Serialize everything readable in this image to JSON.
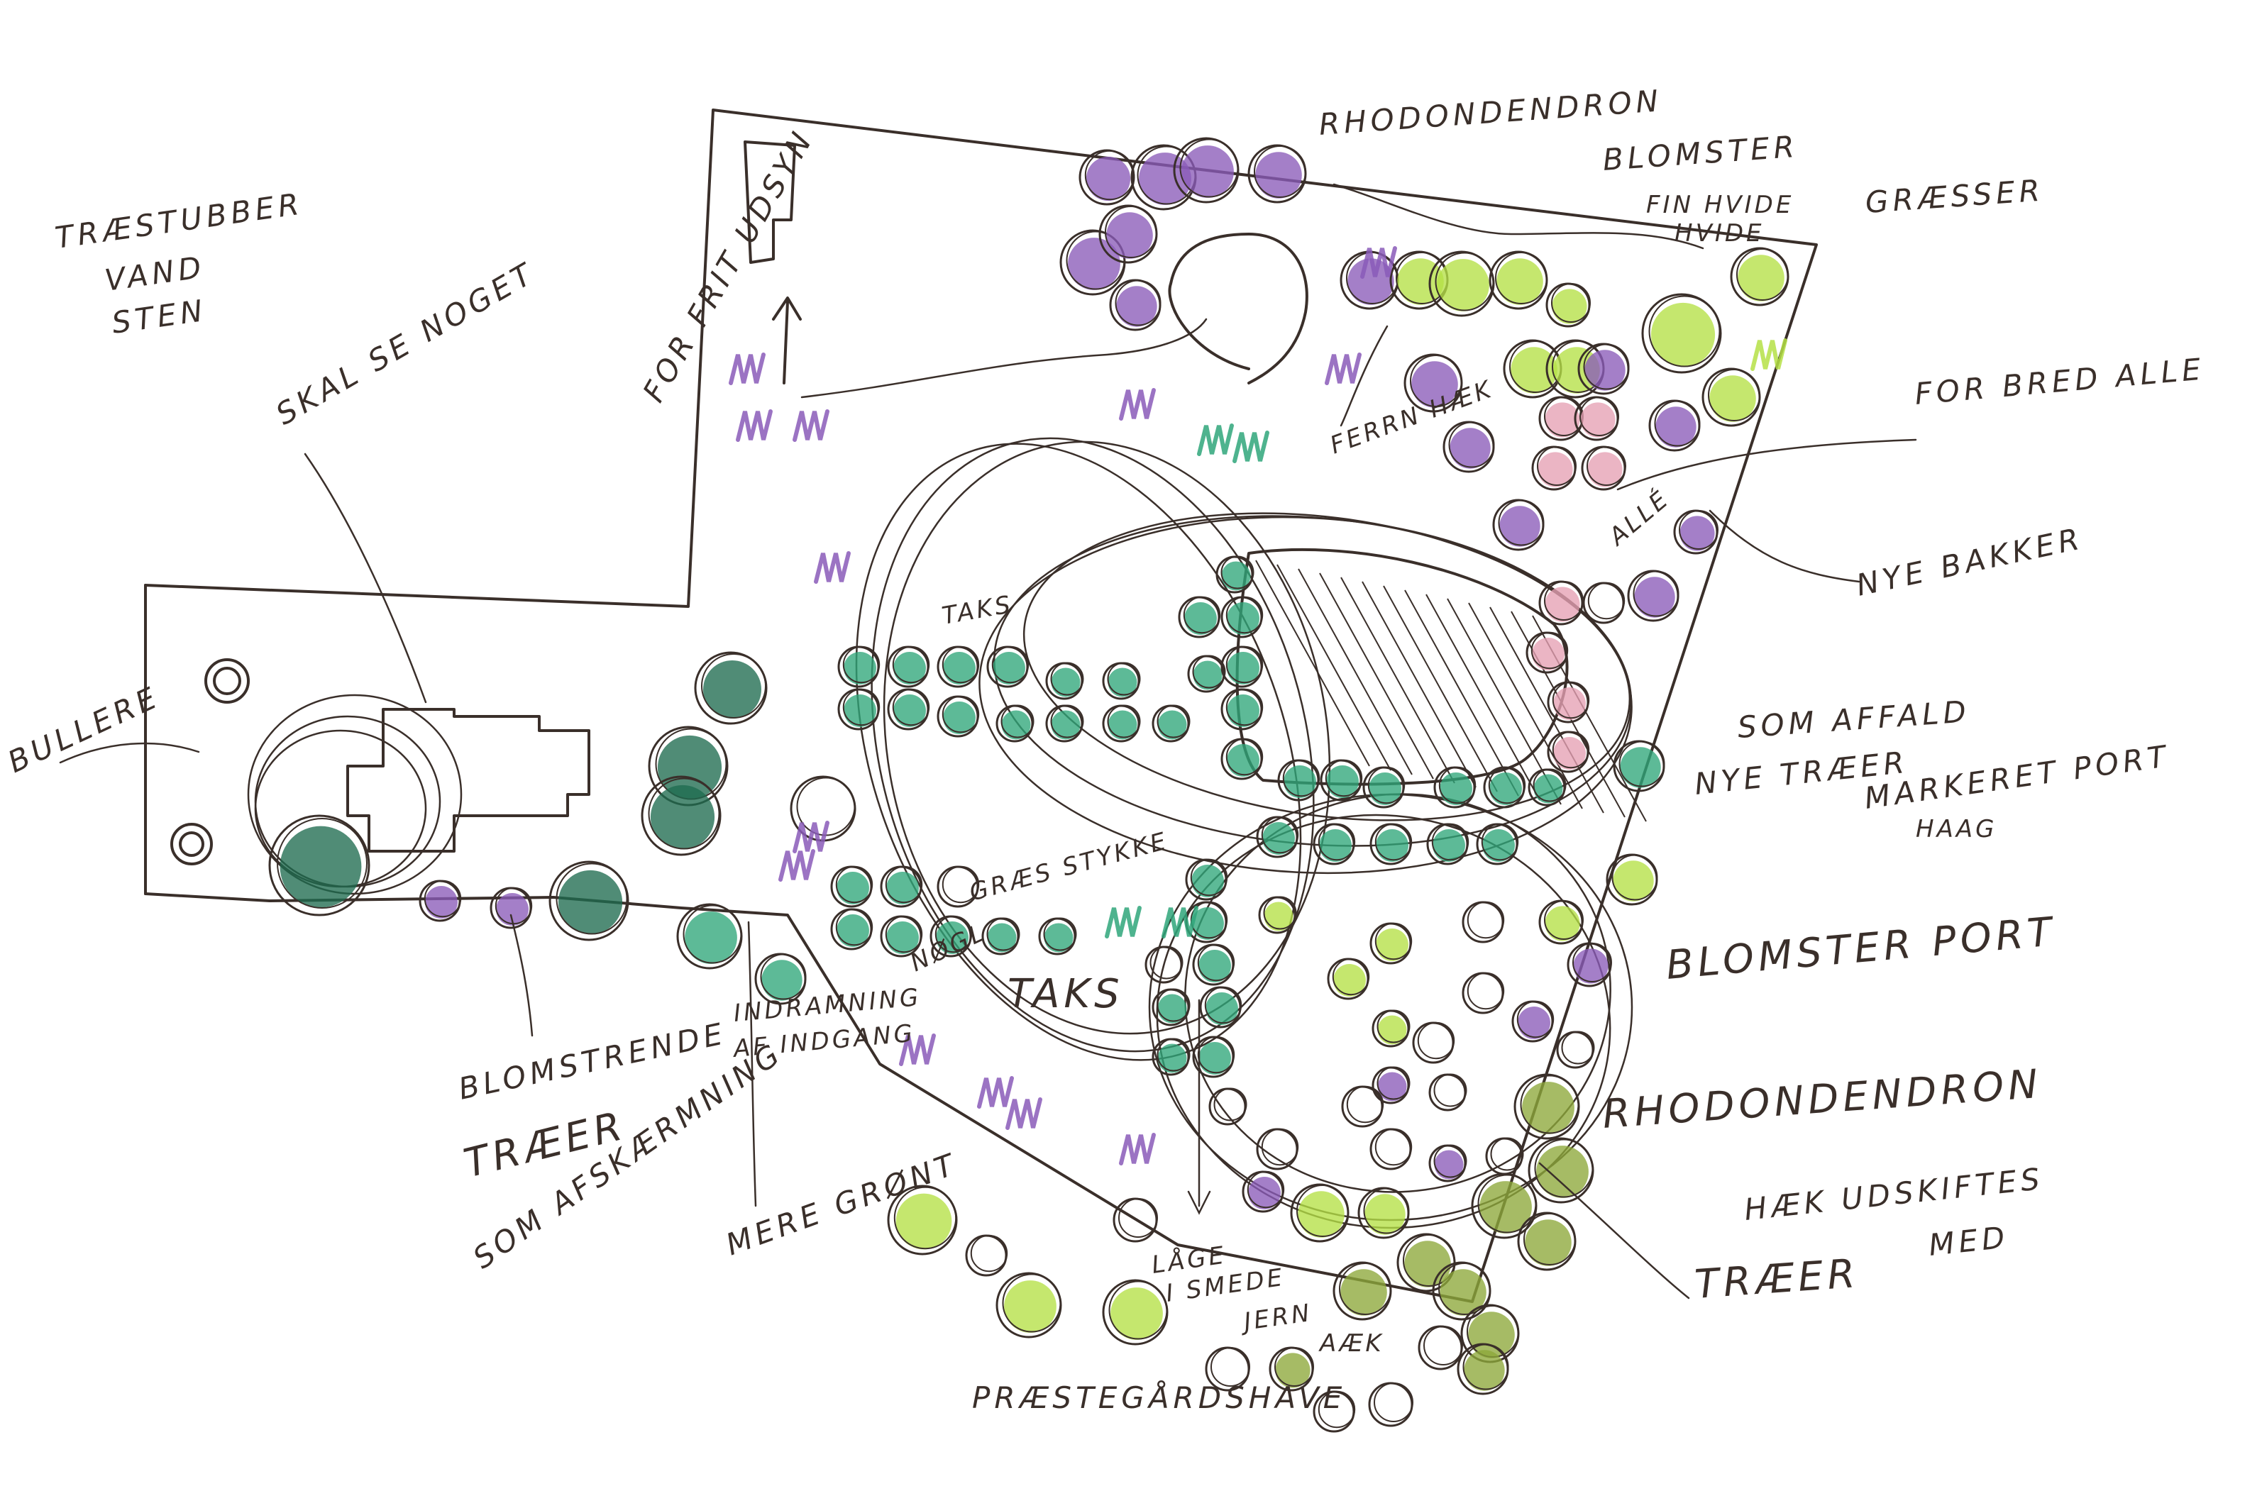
{
  "colors": {
    "ink": "#3a2f2a",
    "purple": "#8a5bb8",
    "dark_green": "#1f6b4f",
    "teal_green": "#2fa67a",
    "lime": "#b5e045",
    "olive": "#8da83a",
    "pink": "#e6a0b4"
  },
  "labels": {
    "rhododendron_top": "RHODONDENDRON",
    "blomster_top": "BLOMSTER",
    "fin_hvide": "FIN HVIDE",
    "hvide_small": "HVIDE",
    "graesser": "GRÆSSER",
    "traestubber": "TRÆSTUBBER",
    "vand": "VAND",
    "sten": "STEN",
    "skal_se_noget": "SKAL SE NOGET",
    "for_frit_udsyn": "FOR FRIT UDSYN",
    "buller": "BULLERE",
    "for_bred_alle": "FOR BRED ALLE",
    "alle": "ALLÉ",
    "ferrn_haek": "FERRN HÆK",
    "nye_bakker": "NYE BAKKER",
    "som_affald": "SOM AFFALD",
    "nye_traeer": "NYE TRÆER",
    "markeret_port": "MARKERET PORT",
    "haag": "HAAG",
    "taks_top": "TAKS",
    "graes_stykke": "GRÆS STYKKE",
    "taks_big": "TAKS",
    "indramning": "INDRAMNING",
    "af_indgang": "AF INDGANG",
    "blomstrende": "BLOMSTRENDE",
    "traeer_left": "TRÆER",
    "som_afskaermning": "SOM AFSKÆRMNING",
    "mere_groent": "MERE GRØNT",
    "blomster_port": "BLOMSTER PORT",
    "rhododendron_mid": "RHODONDENDRON",
    "haek_udskiftes": "HÆK UDSKIFTES",
    "med": "MED",
    "traeer_right": "TRÆER",
    "laage": "LÅGE",
    "i_smede": "I SMEDE",
    "jern": "JERN",
    "aaek": "AÆK",
    "praestegaardshave": "PRÆSTEGÅRDSHAVE",
    "noek": "NØGL"
  },
  "icons": [
    "north-arrow-icon",
    "tree-symbol-icon",
    "hedge-stroke-icon"
  ]
}
